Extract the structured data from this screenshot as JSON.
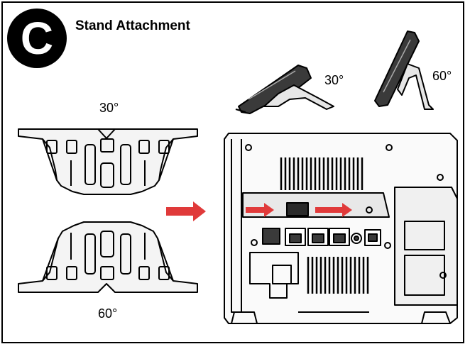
{
  "badge_letter": "C",
  "title": "Stand Attachment",
  "labels": {
    "stand_top": "30°",
    "stand_bottom": "60°",
    "phone_left": "30°",
    "phone_right": "60°"
  },
  "colors": {
    "arrow": "#e03a3a",
    "line": "#000000",
    "dark": "#2a2a2a",
    "mid": "#888888"
  },
  "icons": [
    "stand-30-icon",
    "stand-60-icon",
    "phone-30-icon",
    "phone-60-icon",
    "phone-back-icon",
    "arrow-right-icon"
  ]
}
